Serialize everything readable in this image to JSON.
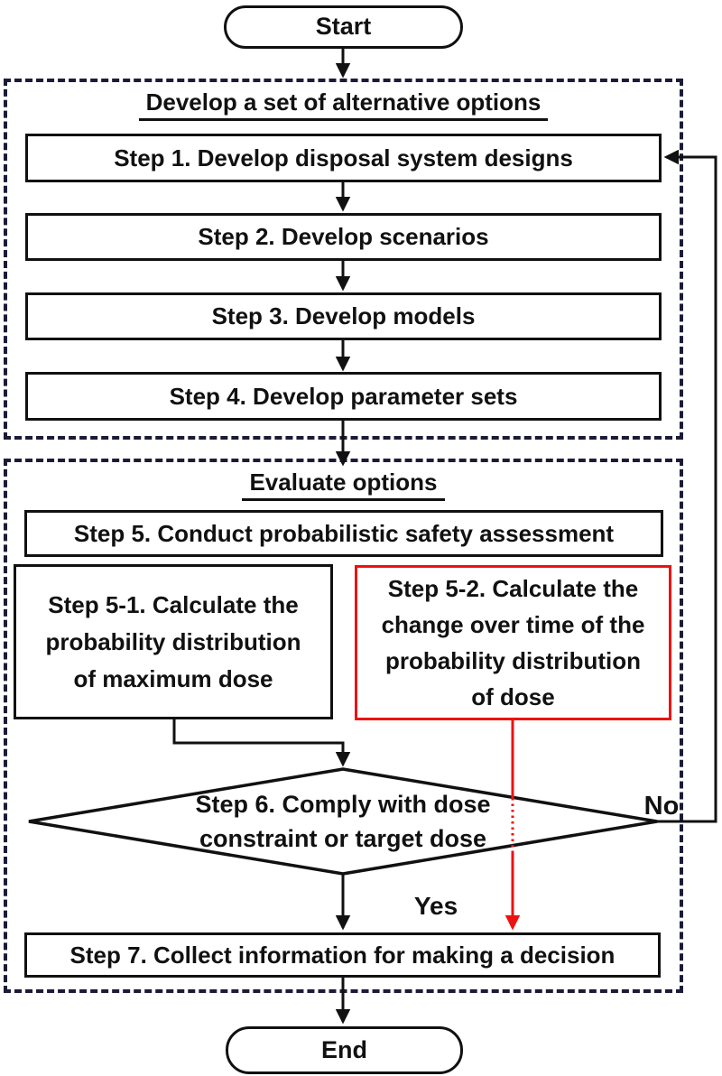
{
  "colors": {
    "group_dashed_border": "#1b1b38",
    "highlight_red": "#ee1111",
    "line_black": "#111111",
    "background": "#ffffff"
  },
  "nodes": {
    "start": "Start",
    "end": "End",
    "step1": "Step 1. Develop disposal system designs",
    "step2": "Step 2. Develop scenarios",
    "step3": "Step 3. Develop models",
    "step4": "Step 4. Develop parameter sets",
    "step5": "Step 5. Conduct probabilistic safety assessment",
    "step5_1": [
      "Step 5-1. Calculate the",
      "probability distribution",
      "of maximum dose"
    ],
    "step5_2": [
      "Step 5-2. Calculate the",
      "change over time of the",
      "probability distribution",
      "of dose"
    ],
    "step6": [
      "Step 6. Comply with dose",
      "constraint or target dose"
    ],
    "step7": "Step 7. Collect information for making a decision"
  },
  "groups": {
    "develop": {
      "title": "Develop a set of alternative options"
    },
    "evaluate": {
      "title": "Evaluate options"
    }
  },
  "edges": {
    "yes_label": "Yes",
    "no_label": "No"
  }
}
